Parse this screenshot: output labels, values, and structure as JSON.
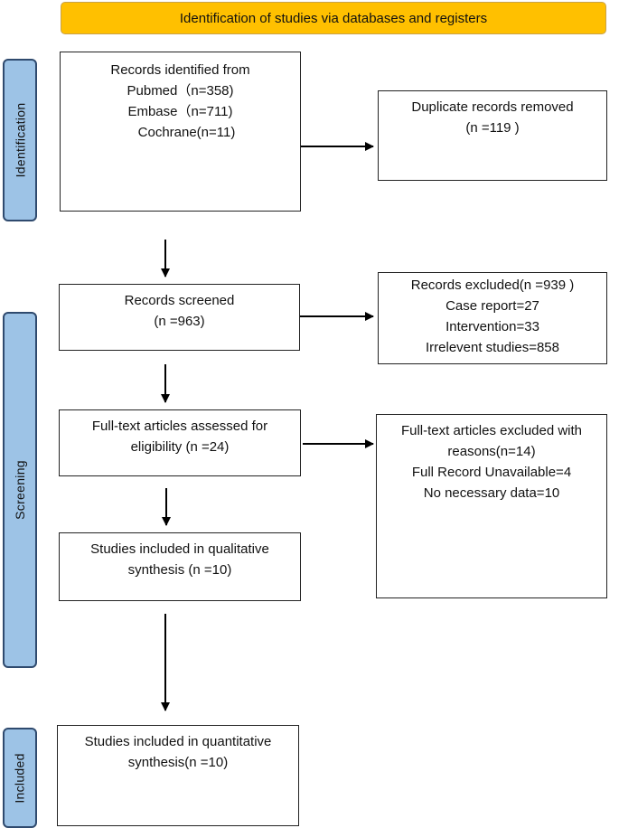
{
  "banner": {
    "title": "Identification of studies via databases and registers",
    "color": "#FFC000"
  },
  "phases": {
    "identification": "Identification",
    "screening": "Screening",
    "included": "Included",
    "color": "#9DC3E6"
  },
  "boxes": {
    "records_identified": [
      "Records identified from",
      "Pubmed（n=358)",
      "Embase（n=711)",
      "Cochrane(n=11)"
    ],
    "duplicates_removed": [
      "Duplicate records removed",
      "(n =119 )"
    ],
    "records_screened": [
      "Records screened",
      "(n =963)"
    ],
    "records_excluded": [
      "Records excluded(n =939 )",
      "Case report=27",
      "Intervention=33",
      "Irrelevent studies=858"
    ],
    "fulltext_assessed": [
      "Full-text articles assessed for",
      "eligibility (n =24)"
    ],
    "fulltext_excluded": [
      "Full-text articles excluded with",
      "reasons(n=14)",
      "Full Record Unavailable=4",
      "No necessary data=10"
    ],
    "qualitative": [
      "Studies included in qualitative",
      "synthesis (n =10)"
    ],
    "quantitative": [
      "Studies included in quantitative",
      "synthesis(n =10)"
    ]
  }
}
